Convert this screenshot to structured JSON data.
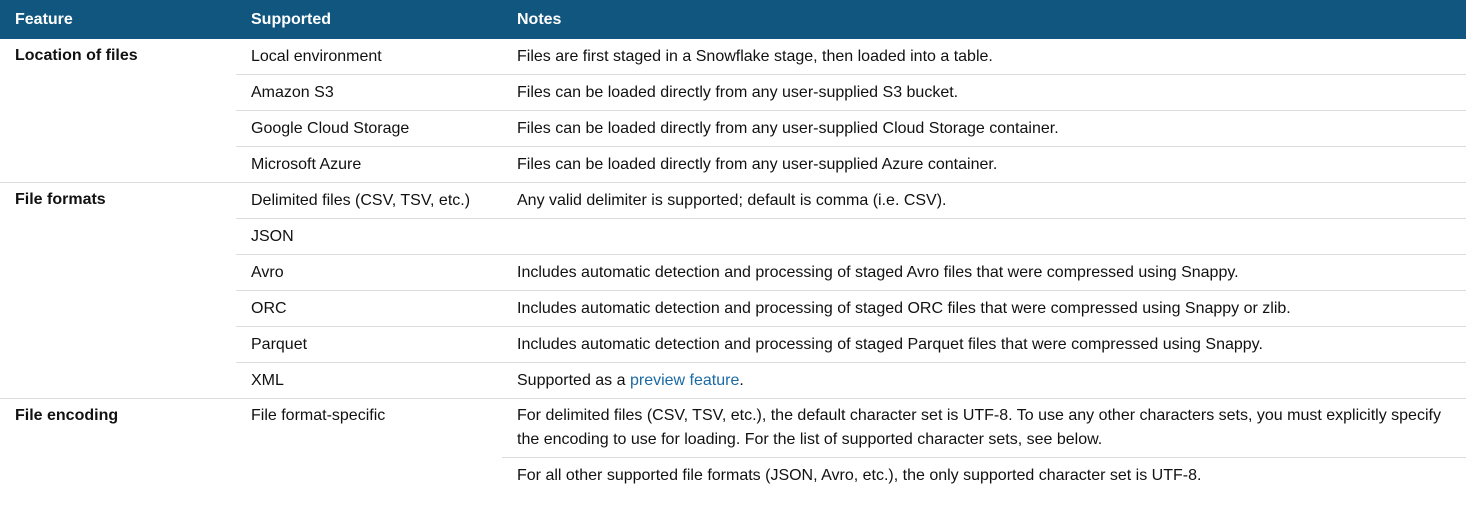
{
  "header": {
    "feature": "Feature",
    "supported": "Supported",
    "notes": "Notes"
  },
  "rows": {
    "location": {
      "feature": "Location of files",
      "items": [
        {
          "supported": "Local environment",
          "notes": "Files are first staged in a Snowflake stage, then loaded into a table."
        },
        {
          "supported": "Amazon S3",
          "notes": "Files can be loaded directly from any user-supplied S3 bucket."
        },
        {
          "supported": "Google Cloud Storage",
          "notes": "Files can be loaded directly from any user-supplied Cloud Storage container."
        },
        {
          "supported": "Microsoft Azure",
          "notes": "Files can be loaded directly from any user-supplied Azure container."
        }
      ]
    },
    "formats": {
      "feature": "File formats",
      "items": [
        {
          "supported": "Delimited files (CSV, TSV, etc.)",
          "notes": "Any valid delimiter is supported; default is comma (i.e. CSV)."
        },
        {
          "supported": "JSON",
          "notes": ""
        },
        {
          "supported": "Avro",
          "notes": "Includes automatic detection and processing of staged Avro files that were compressed using Snappy."
        },
        {
          "supported": "ORC",
          "notes": "Includes automatic detection and processing of staged ORC files that were compressed using Snappy or zlib."
        },
        {
          "supported": "Parquet",
          "notes": "Includes automatic detection and processing of staged Parquet files that were compressed using Snappy."
        },
        {
          "supported": "XML",
          "notes_prefix": "Supported as a ",
          "notes_link": "preview feature",
          "notes_suffix": "."
        }
      ]
    },
    "encoding": {
      "feature": "File encoding",
      "supported": "File format-specific",
      "notes": [
        "For delimited files (CSV, TSV, etc.), the default character set is UTF-8. To use any other characters sets, you must explicitly specify the encoding to use for loading. For the list of supported character sets, see below.",
        "For all other supported file formats (JSON, Avro, etc.), the only supported character set is UTF-8."
      ]
    }
  }
}
